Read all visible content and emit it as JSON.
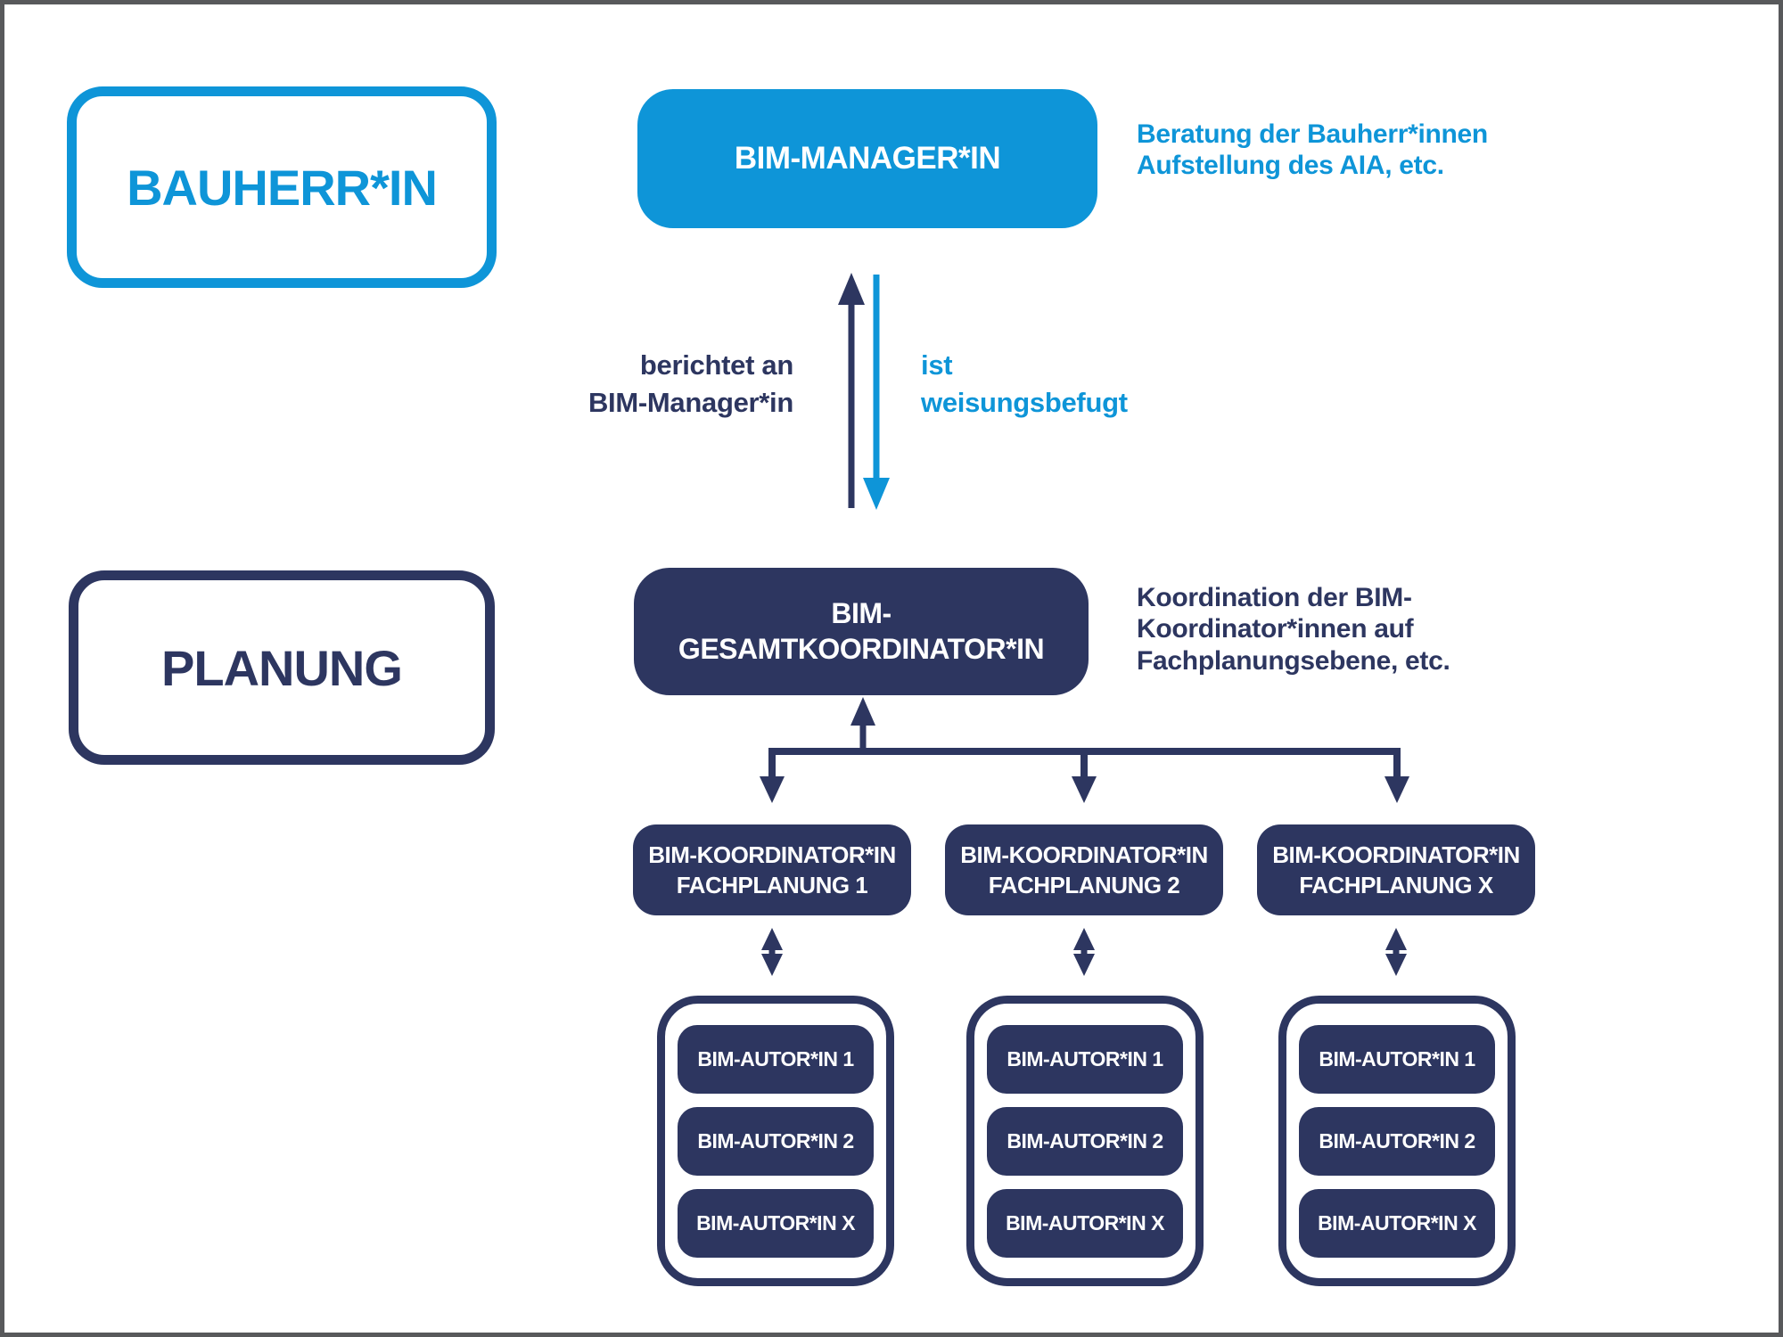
{
  "colors": {
    "accent_blue": "#0e95d8",
    "navy": "#2d3660",
    "frame_gray": "#58595b",
    "background": "#ffffff"
  },
  "lanes": {
    "bauherr": {
      "label": "BAUHERR*IN"
    },
    "planung": {
      "label": "PLANUNG"
    }
  },
  "manager": {
    "label": "BIM-MANAGER*IN",
    "note_lines": [
      "Beratung der Bauherr*innen",
      "Aufstellung des AIA, etc."
    ]
  },
  "relation": {
    "report_lines": [
      "berichtet an",
      "BIM-Manager*in"
    ],
    "instruct_lines": [
      "ist",
      "weisungsbefugt"
    ]
  },
  "gesamt": {
    "lines": [
      "BIM-",
      "GESAMTKOORDINATOR*IN"
    ],
    "note_lines": [
      "Koordination der BIM-",
      "Koordinator*innen auf",
      "Fachplanungsebene, etc."
    ]
  },
  "coordinators": [
    {
      "line1": "BIM-KOORDINATOR*IN",
      "line2": "FACHPLANUNG 1"
    },
    {
      "line1": "BIM-KOORDINATOR*IN",
      "line2": "FACHPLANUNG 2"
    },
    {
      "line1": "BIM-KOORDINATOR*IN",
      "line2": "FACHPLANUNG X"
    }
  ],
  "author_groups": [
    {
      "authors": [
        "BIM-AUTOR*IN 1",
        "BIM-AUTOR*IN 2",
        "BIM-AUTOR*IN X"
      ]
    },
    {
      "authors": [
        "BIM-AUTOR*IN 1",
        "BIM-AUTOR*IN 2",
        "BIM-AUTOR*IN X"
      ]
    },
    {
      "authors": [
        "BIM-AUTOR*IN 1",
        "BIM-AUTOR*IN 2",
        "BIM-AUTOR*IN X"
      ]
    }
  ]
}
